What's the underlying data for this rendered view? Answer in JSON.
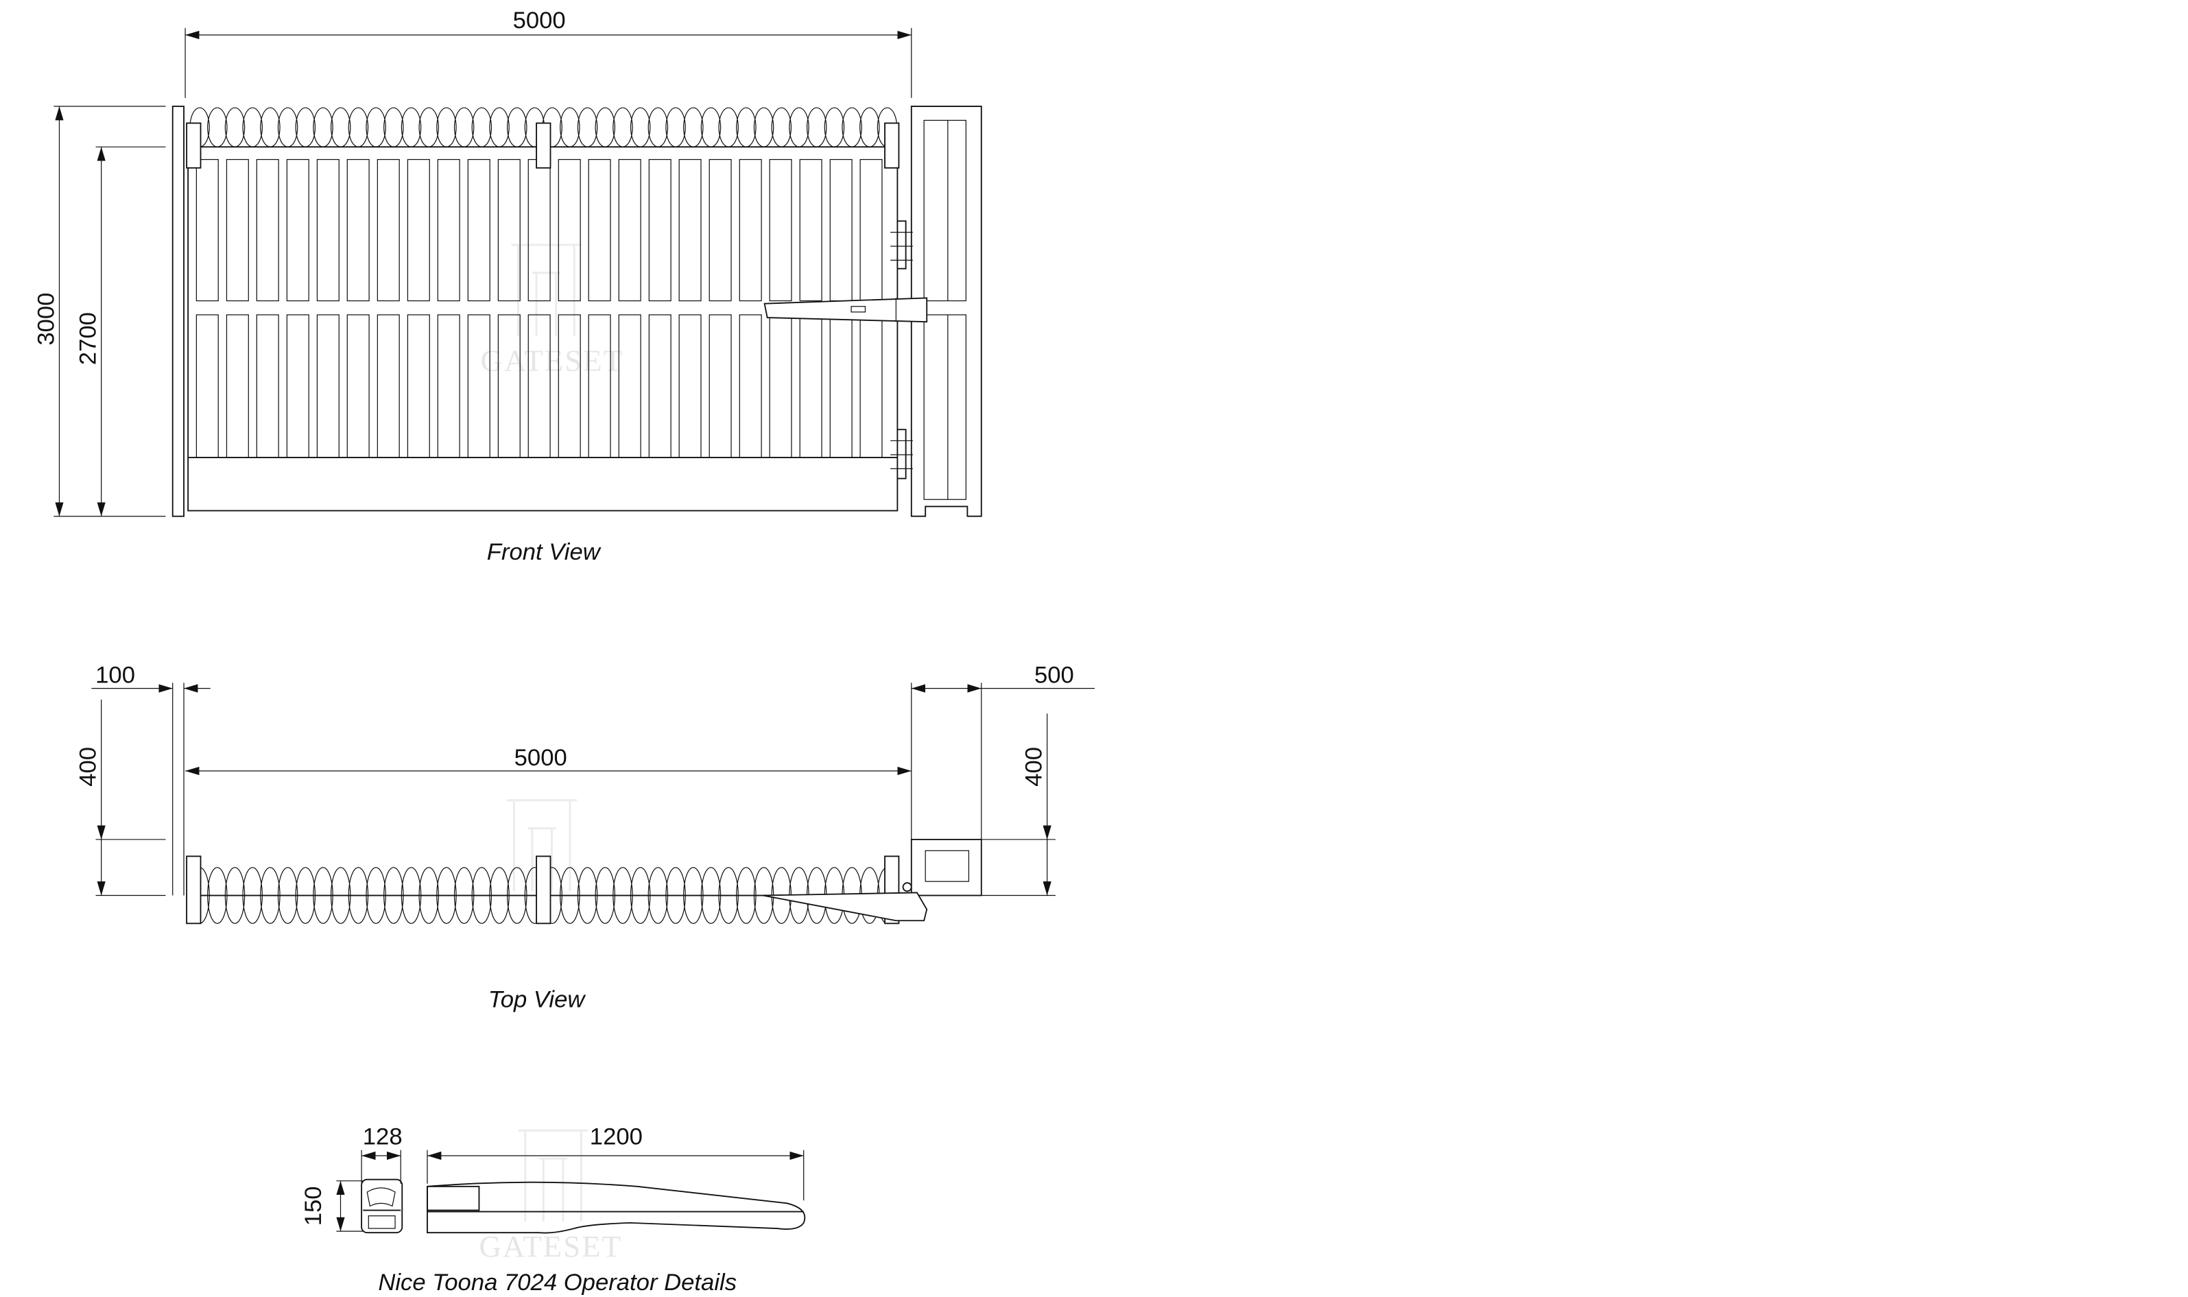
{
  "front_view": {
    "caption": "Front View",
    "width_dim": "5000",
    "total_height_dim": "3000",
    "gate_height_dim": "2700",
    "picket_count": 23
  },
  "top_view": {
    "caption": "Top View",
    "left_post_dim": "100",
    "width_dim": "5000",
    "right_post_dim": "500",
    "left_depth_dim": "400",
    "right_depth_dim": "400"
  },
  "operator": {
    "caption": "Nice Toona 7024 Operator Details",
    "width_dim": "128",
    "length_dim": "1200",
    "height_dim": "150"
  },
  "watermark": "GATESET",
  "colors": {
    "line": "#111111",
    "watermark": "#e6e6e6"
  }
}
